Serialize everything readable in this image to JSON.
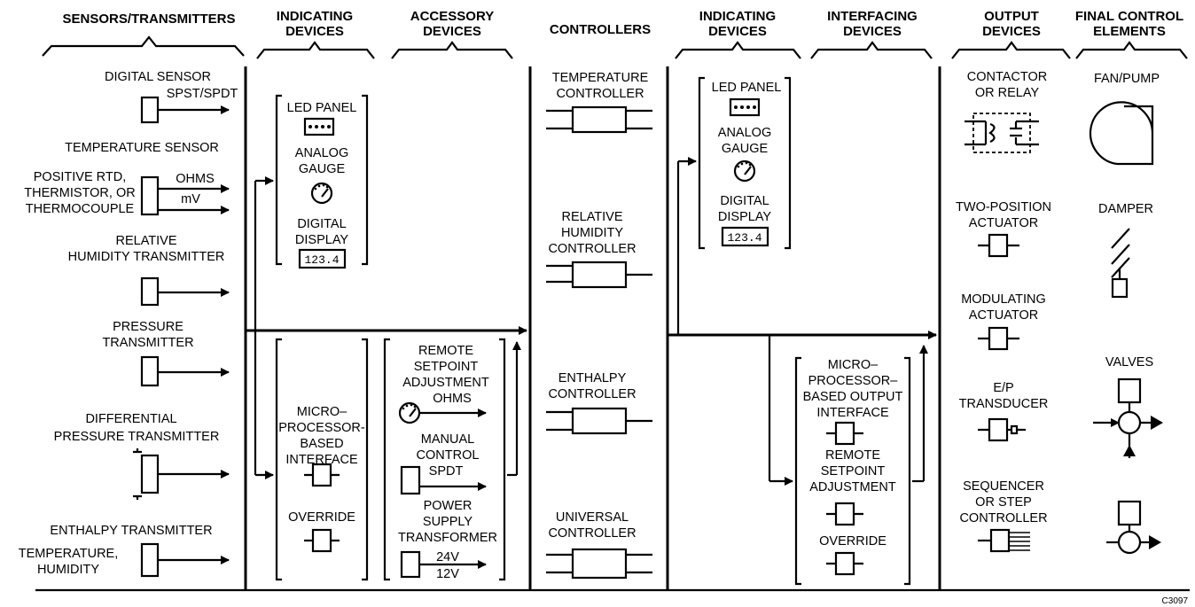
{
  "figure_code": "C3097",
  "headers": {
    "sensors": "SENSORS/TRANSMITTERS",
    "indicating1": [
      "INDICATING",
      "DEVICES"
    ],
    "accessory": [
      "ACCESSORY",
      "DEVICES"
    ],
    "controllers": "CONTROLLERS",
    "indicating2": [
      "INDICATING",
      "DEVICES"
    ],
    "interfacing": [
      "INTERFACING",
      "DEVICES"
    ],
    "output": [
      "OUTPUT",
      "DEVICES"
    ],
    "final": [
      "FINAL CONTROL",
      "ELEMENTS"
    ]
  },
  "sensors": {
    "digital_sensor": "DIGITAL SENSOR",
    "spst_spdt": "SPST/SPDT",
    "temperature_sensor": "TEMPERATURE SENSOR",
    "rtd": [
      "POSITIVE RTD,",
      "THERMISTOR, OR",
      "THERMOCOUPLE"
    ],
    "ohms": "OHMS",
    "mv": "mV",
    "rh_transmitter": [
      "RELATIVE",
      "HUMIDITY TRANSMITTER"
    ],
    "pressure_transmitter": [
      "PRESSURE",
      "TRANSMITTER"
    ],
    "diff_pressure": [
      "DIFFERENTIAL",
      "PRESSURE TRANSMITTER"
    ],
    "enthalpy_transmitter": "ENTHALPY TRANSMITTER",
    "temp_humidity": [
      "TEMPERATURE,",
      "HUMIDITY"
    ]
  },
  "indicating": {
    "led_panel": "LED PANEL",
    "analog_gauge": [
      "ANALOG",
      "GAUGE"
    ],
    "digital_display": [
      "DIGITAL",
      "DISPLAY"
    ],
    "display_value": "123.4",
    "micro_interface": [
      "MICRO–",
      "PROCESSOR-",
      "BASED",
      "INTERFACE"
    ],
    "override": "OVERRIDE"
  },
  "accessory": {
    "remote_setpoint": [
      "REMOTE",
      "SETPOINT",
      "ADJUSTMENT"
    ],
    "ohms": "OHMS",
    "manual_control": [
      "MANUAL",
      "CONTROL"
    ],
    "spdt": "SPDT",
    "power_supply": [
      "POWER",
      "SUPPLY",
      "TRANSFORMER"
    ],
    "v24": "24V",
    "v12": "12V"
  },
  "controllers": {
    "temperature": [
      "TEMPERATURE",
      "CONTROLLER"
    ],
    "rh": [
      "RELATIVE",
      "HUMIDITY",
      "CONTROLLER"
    ],
    "enthalpy": [
      "ENTHALPY",
      "CONTROLLER"
    ],
    "universal": [
      "UNIVERSAL",
      "CONTROLLER"
    ]
  },
  "interfacing": {
    "micro_output": [
      "MICRO–",
      "PROCESSOR–",
      "BASED OUTPUT",
      "INTERFACE"
    ],
    "remote_setpoint": [
      "REMOTE",
      "SETPOINT",
      "ADJUSTMENT"
    ],
    "override": "OVERRIDE"
  },
  "output": {
    "contactor": [
      "CONTACTOR",
      "OR RELAY"
    ],
    "two_position": [
      "TWO-POSITION",
      "ACTUATOR"
    ],
    "modulating": [
      "MODULATING",
      "ACTUATOR"
    ],
    "ep": [
      "E/P",
      "TRANSDUCER"
    ],
    "sequencer": [
      "SEQUENCER",
      "OR STEP",
      "CONTROLLER"
    ]
  },
  "final": {
    "fan_pump": "FAN/PUMP",
    "damper": "DAMPER",
    "valves": "VALVES"
  }
}
